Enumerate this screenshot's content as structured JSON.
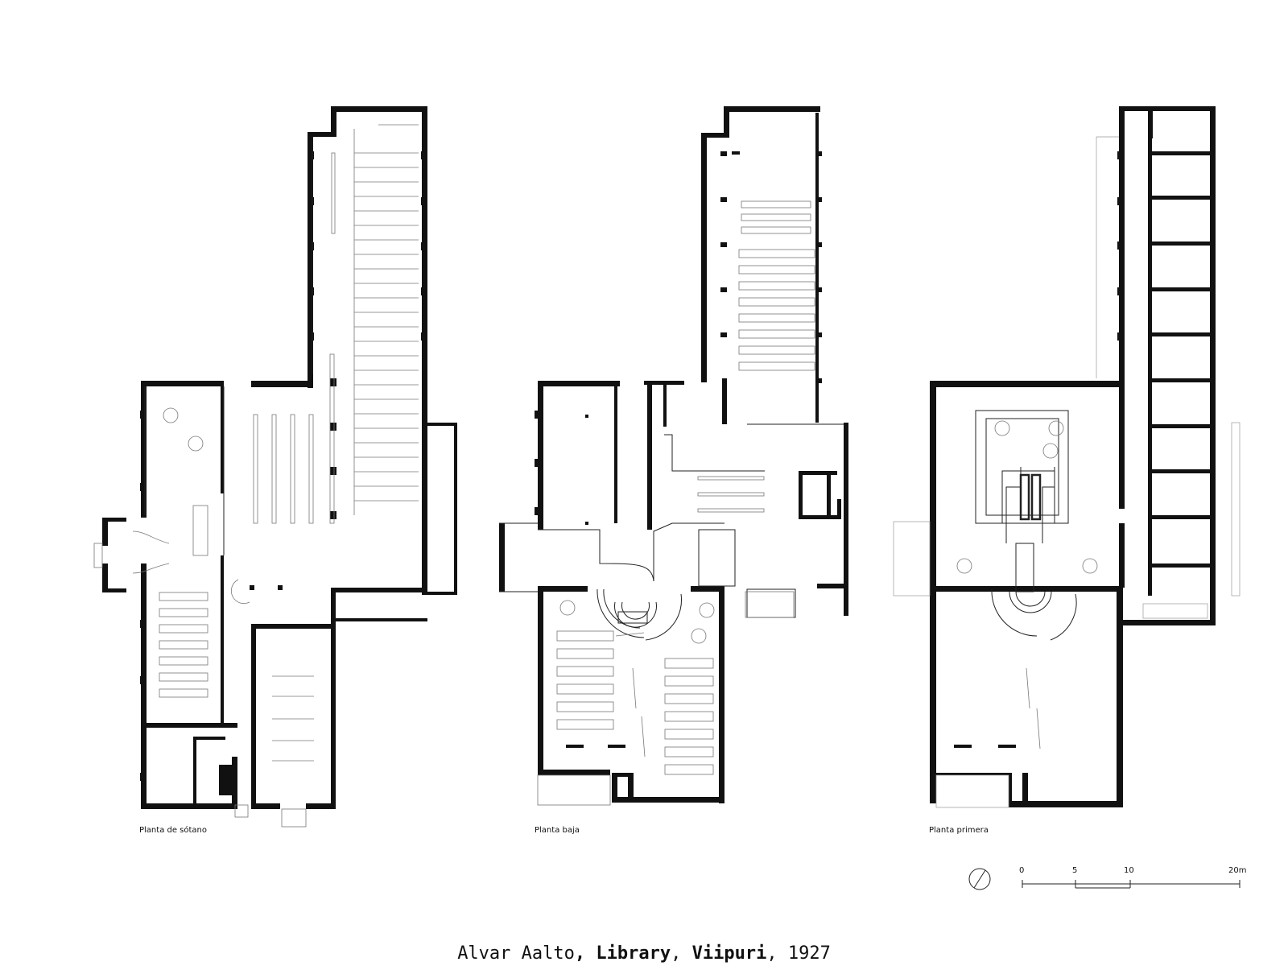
{
  "plans": [
    {
      "label": "Planta de sótano"
    },
    {
      "label": "Planta baja"
    },
    {
      "label": "Planta primera"
    }
  ],
  "scale_bar": {
    "ticks": [
      "0",
      "5",
      "10",
      "20m"
    ]
  },
  "caption": {
    "architect": "Alvar Aalto",
    "sep1": ", ",
    "building": "Library",
    "sep2": ", ",
    "city": "Viipuri",
    "sep3": ", ",
    "year": "1927"
  }
}
